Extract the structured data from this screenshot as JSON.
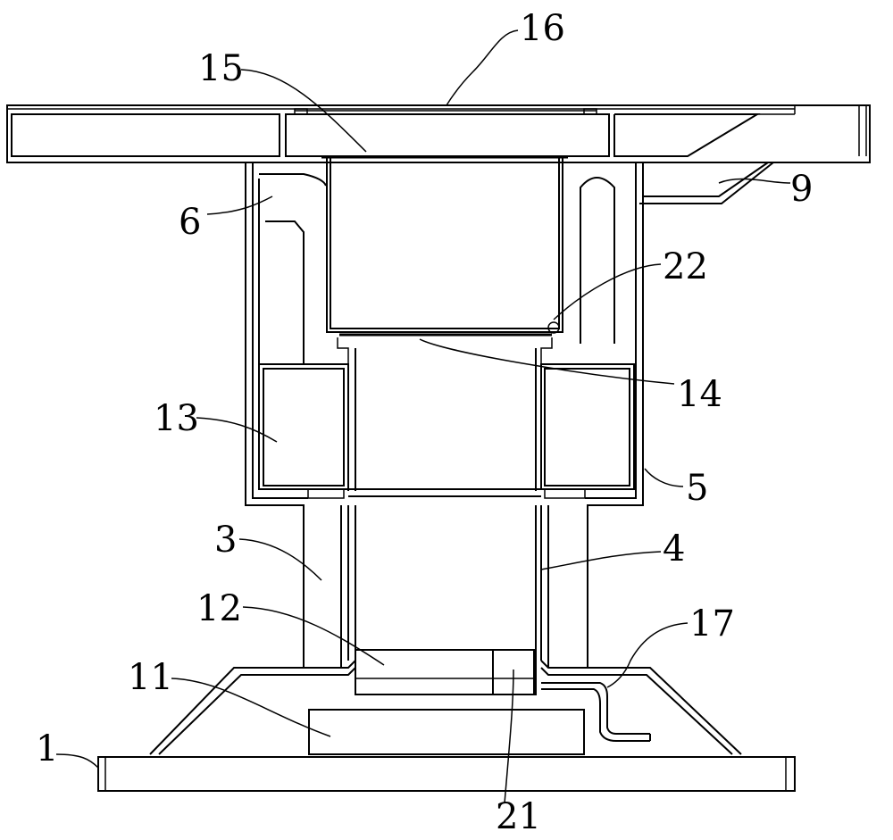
{
  "figure": {
    "labels": {
      "l1": "1",
      "l3": "3",
      "l4": "4",
      "l5": "5",
      "l6": "6",
      "l9": "9",
      "l11": "11",
      "l12": "12",
      "l13": "13",
      "l14": "14",
      "l15": "15",
      "l16": "16",
      "l17": "17",
      "l21": "21",
      "l22": "22"
    }
  }
}
